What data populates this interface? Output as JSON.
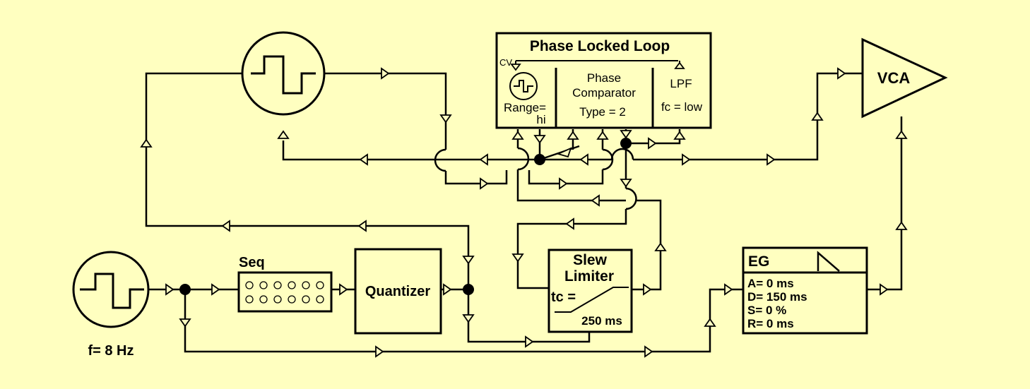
{
  "background": "#FFFFC0",
  "pll": {
    "title": "Phase Locked Loop",
    "cv_label": "CV",
    "range_line1": "Range=",
    "range_line2": "hi",
    "comparator_line1": "Phase",
    "comparator_line2": "Comparator",
    "comparator_type": "Type = 2",
    "lpf_label": "LPF",
    "lpf_fc": "fc = low"
  },
  "vca": {
    "label": "VCA"
  },
  "seq": {
    "label": "Seq"
  },
  "quantizer": {
    "label": "Quantizer"
  },
  "slew": {
    "line1": "Slew",
    "line2": "Limiter",
    "tc": "tc =",
    "tc_value": "250 ms"
  },
  "eg": {
    "title": "EG",
    "attack": "A= 0 ms",
    "decay": "D= 150 ms",
    "sustain": "S= 0 %",
    "release": "R= 0 ms"
  },
  "lfo": {
    "freq": "f= 8 Hz"
  }
}
